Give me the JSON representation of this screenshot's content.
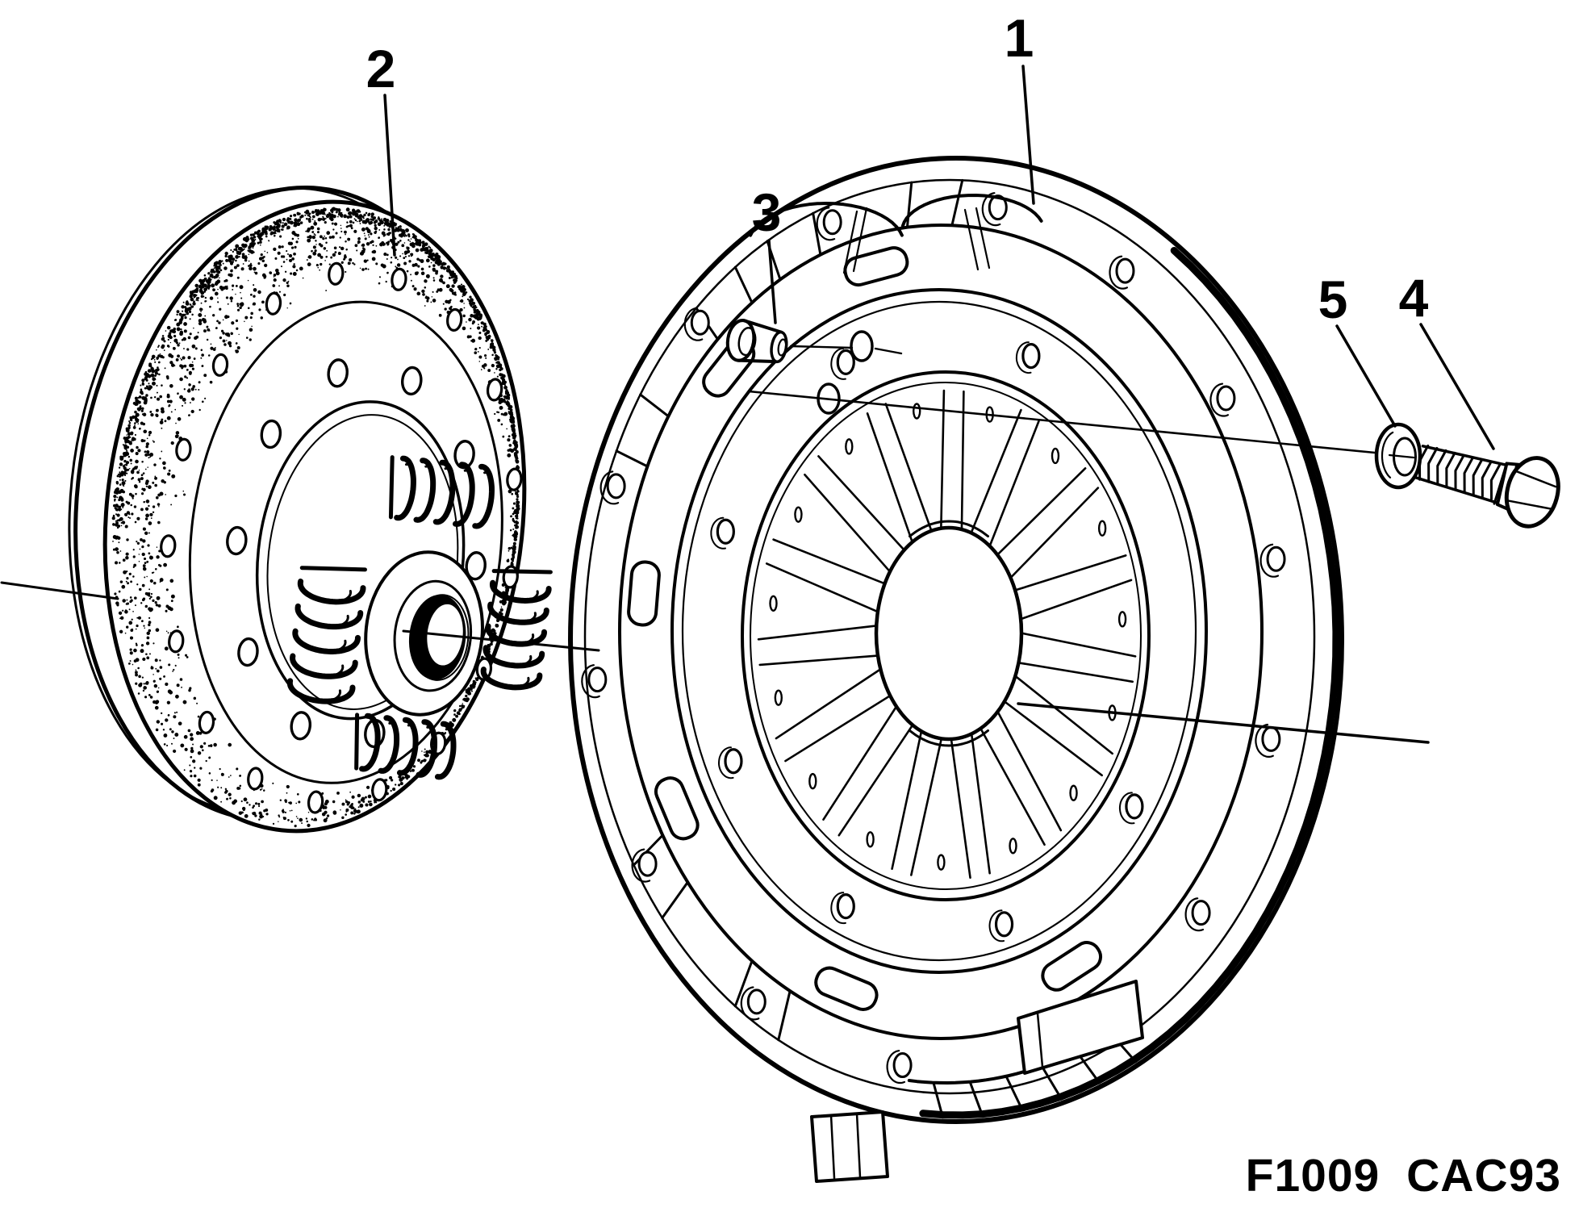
{
  "figure_code": "F1009 CAC93",
  "colors": {
    "ink": "#000000",
    "paper": "#ffffff"
  },
  "callouts": [
    {
      "label": "1"
    },
    {
      "label": "2"
    },
    {
      "label": "3"
    },
    {
      "label": "4"
    },
    {
      "label": "5"
    }
  ]
}
